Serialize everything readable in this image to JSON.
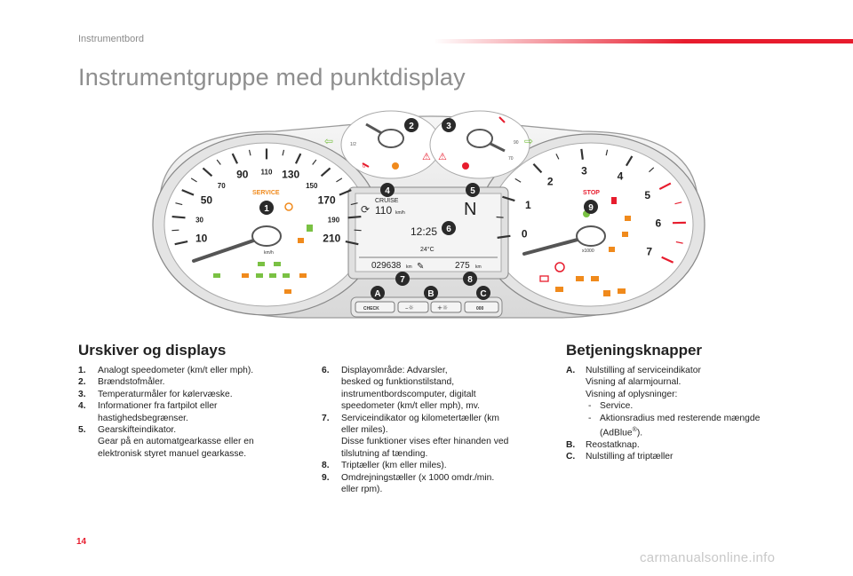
{
  "header": {
    "section": "Instrumentbord"
  },
  "title": "Instrumentgruppe med punktdisplay",
  "illustration": {
    "speed_labels": [
      "10",
      "30",
      "50",
      "70",
      "90",
      "110",
      "130",
      "150",
      "170",
      "190",
      "210"
    ],
    "speed_unit": "km/h",
    "rpm_labels": [
      "0",
      "1",
      "2",
      "3",
      "4",
      "5",
      "6",
      "7"
    ],
    "rpm_unit": "x1000",
    "service_label": "SERVICE",
    "stop_label": "STOP",
    "fuel_marks": [
      "0",
      "1/2"
    ],
    "temp_marks": [
      "90",
      "70"
    ],
    "display": {
      "cruise_label": "CRUISE",
      "cruise_value": "110",
      "cruise_unit": "km/h",
      "gear": "N",
      "time": "12:25",
      "temperature": "24°C",
      "odometer": "029638",
      "odometer_unit": "km",
      "range": "275",
      "range_unit": "km"
    },
    "callouts": [
      "1",
      "2",
      "3",
      "4",
      "5",
      "6",
      "7",
      "8",
      "9",
      "A",
      "B",
      "C"
    ],
    "buttons": {
      "a_label": "CHECK",
      "b_minus": "–☼",
      "b_plus": "+☼",
      "c_label": "000"
    },
    "colors": {
      "accent": "#e71c2d",
      "orange": "#f08a1c",
      "green": "#7ac143",
      "callout": "#2a2a2a"
    }
  },
  "left_section": {
    "title": "Urskiver og displays",
    "items": [
      {
        "num": "1.",
        "lines": [
          "Analogt speedometer (km/t eller mph)."
        ]
      },
      {
        "num": "2.",
        "lines": [
          "Brændstofmåler."
        ]
      },
      {
        "num": "3.",
        "lines": [
          "Temperaturmåler for kølervæske."
        ]
      },
      {
        "num": "4.",
        "lines": [
          "Informationer fra fartpilot eller",
          "hastighedsbegrænser."
        ]
      },
      {
        "num": "5.",
        "lines": [
          "Gearskifteindikator.",
          "Gear på en automatgearkasse eller en",
          "elektronisk styret manuel gearkasse."
        ]
      }
    ]
  },
  "middle_section": {
    "items": [
      {
        "num": "6.",
        "lines": [
          "Displayområde: Advarsler,",
          "besked og funktionstilstand,",
          "instrumentbordscomputer, digitalt",
          "speedometer (km/t eller mph), mv."
        ]
      },
      {
        "num": "7.",
        "lines": [
          "Serviceindikator og kilometertæller (km",
          "eller miles).",
          "Disse funktioner vises efter hinanden ved",
          "tilslutning af tænding."
        ]
      },
      {
        "num": "8.",
        "lines": [
          "Triptæller (km eller miles)."
        ]
      },
      {
        "num": "9.",
        "lines": [
          "Omdrejningstæller (x 1000 omdr./min.",
          "eller rpm)."
        ]
      }
    ]
  },
  "right_section": {
    "title": "Betjeningsknapper",
    "a_num": "A.",
    "a_lines": [
      "Nulstilling af serviceindikator",
      "Visning af alarmjournal.",
      "Visning af oplysninger:"
    ],
    "a_dashes": [
      "Service.",
      "Aktionsradius med resterende mængde"
    ],
    "a_adblue_pre": "(AdBlue",
    "a_adblue_sup": "®",
    "a_adblue_post": ").",
    "b_num": "B.",
    "b_text": "Reostatknap.",
    "c_num": "C.",
    "c_text": "Nulstilling af triptæller"
  },
  "page_number": "14",
  "watermark": "carmanualsonline.info"
}
